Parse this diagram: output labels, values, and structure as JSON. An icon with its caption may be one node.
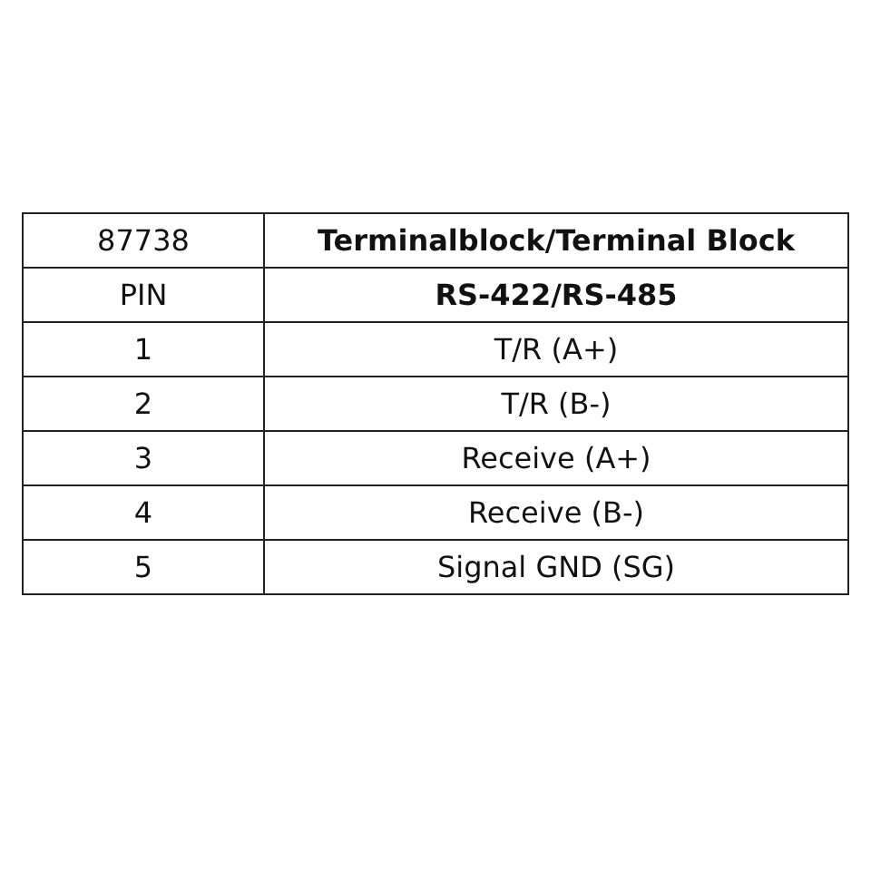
{
  "diagram": {
    "labels": [
      "87738",
      "Terminalblock/Terminal Block",
      "PIN",
      "RS-422/RS-485",
      "1",
      "T/R (A+)",
      "2",
      "T/R (B-)",
      "3",
      "Receive (A+)",
      "4",
      "Receive (B-)",
      "5",
      "Signal GND (SG)"
    ]
  }
}
